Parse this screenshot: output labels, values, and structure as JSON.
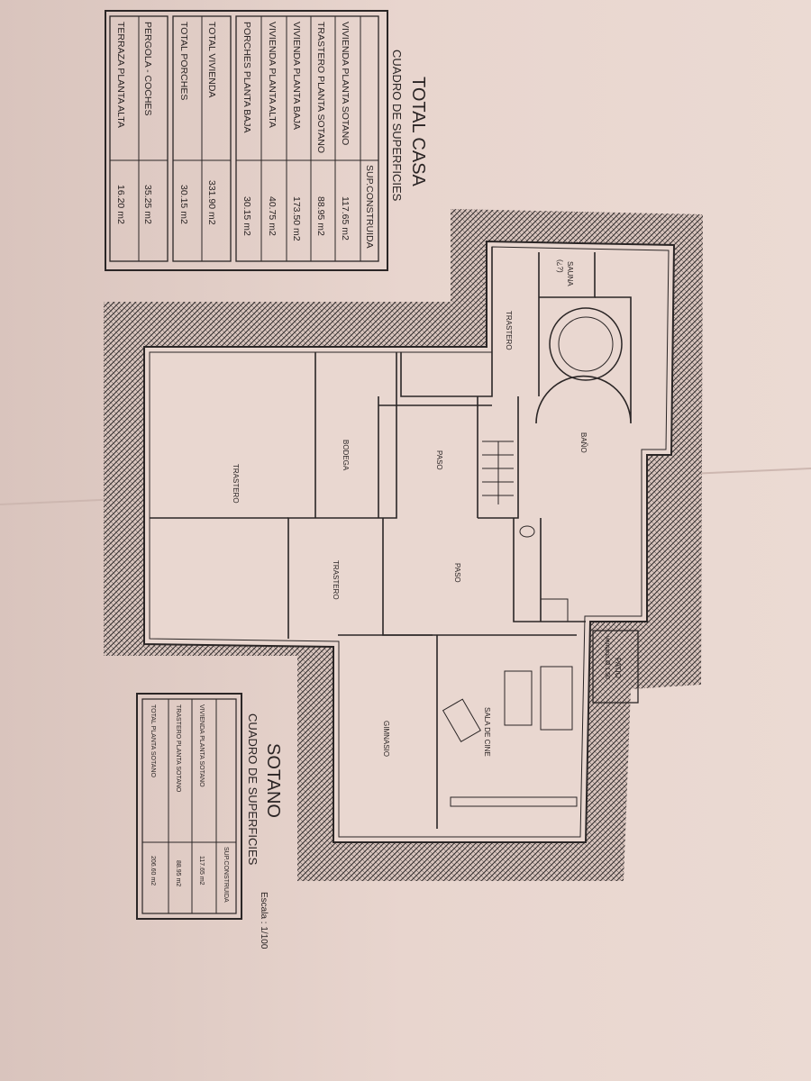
{
  "total_casa": {
    "title": "TOTAL CASA",
    "subtitle": "CUADRO DE SUPERFICIES",
    "column_header": "SUP.CONSTRUIDA",
    "rows": [
      {
        "label": "VIVIENDA PLANTA SOTANO",
        "value": "117.65  m2"
      },
      {
        "label": "TRASTERO PLANTA SOTANO",
        "value": "88.95  m2"
      },
      {
        "label": "VIVIENDA PLANTA BAJA",
        "value": "173.50  m2"
      },
      {
        "label": "VIVIENDA PLANTA ALTA",
        "value": "40.75  m2"
      },
      {
        "label": "PORCHES PLANTA BAJA",
        "value": "30.15  m2"
      }
    ],
    "totals": [
      {
        "label": "TOTAL VIVIENDA",
        "value": "331.90  m2"
      },
      {
        "label": "TOTAL PORCHES",
        "value": "30.15  m2"
      }
    ],
    "extras": [
      {
        "label": "PERGOLA - COCHES",
        "value": "35.25  m2"
      },
      {
        "label": "TERRAZA PLANTA ALTA",
        "value": "16.20  m2"
      }
    ]
  },
  "sotano": {
    "title": "SOTANO",
    "subtitle": "CUADRO DE SUPERFICIES",
    "column_header": "SUP.CONSTRUIDA",
    "rows": [
      {
        "label": "VIVIENDA PLANTA SOTANO",
        "value": "117.65  m2"
      },
      {
        "label": "TRASTERO PLANTA SOTANO",
        "value": "88.95  m2"
      },
      {
        "label": "TOTAL PLANTA SOTANO",
        "value": "206.60  m2"
      }
    ]
  },
  "scale": "Escala : 1/100",
  "rooms": {
    "trastero_top": "TRASTERO",
    "sauna": "SAUNA",
    "sauna_note": "(¿?)",
    "bano": "BAÑO",
    "paso_1": "PASO",
    "bodega": "BODEGA",
    "trastero_big": "TRASTERO",
    "paso_2": "PASO",
    "trastero_mid": "TRASTERO",
    "gimnasio": "GIMNASIO",
    "sala_de_cine": "SALA DE CINE",
    "patio": "PATIO",
    "ventana": "ventana Ø 1.50"
  },
  "colors": {
    "paper": "#e6d2cb",
    "ink": "#2b2626"
  }
}
